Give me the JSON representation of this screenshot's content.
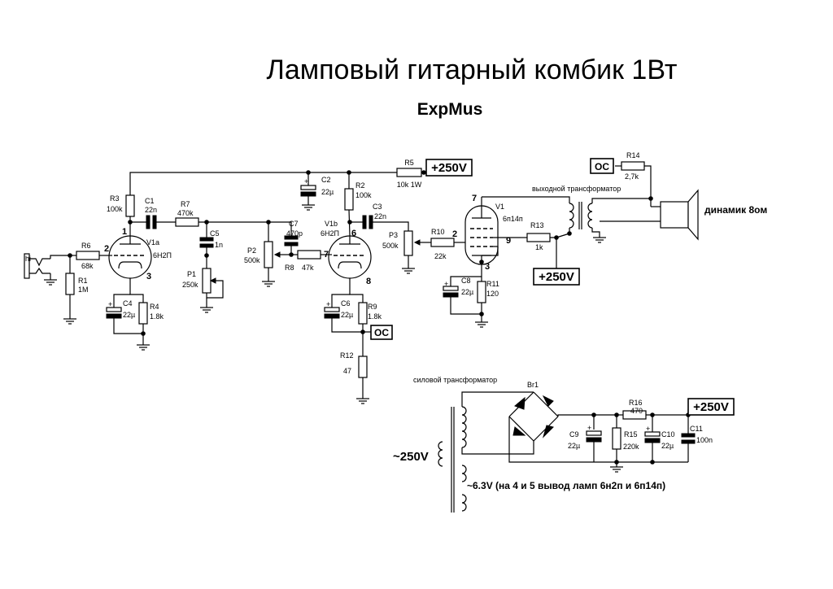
{
  "title": "Ламповый гитарный комбик 1Вт",
  "subtitle": "ExpMus",
  "supply": {
    "b_plus": "+250V",
    "oc": "OC"
  },
  "input": {
    "jack_label": "hi"
  },
  "tubes": {
    "v1a": {
      "name": "V1a",
      "type": "6Н2П",
      "pins": [
        "1",
        "2",
        "3"
      ]
    },
    "v1b": {
      "name": "V1b",
      "type": "6Н2П",
      "pins": [
        "6",
        "7",
        "8"
      ]
    },
    "v1": {
      "name": "V1",
      "type": "6п14п",
      "pins": [
        "7",
        "2",
        "9",
        "3"
      ]
    }
  },
  "components": {
    "R1": {
      "ref": "R1",
      "value": "1M"
    },
    "R2": {
      "ref": "R2",
      "value": "100k"
    },
    "R3": {
      "ref": "R3",
      "value": "100k"
    },
    "R4": {
      "ref": "R4",
      "value": "1.8k"
    },
    "R5": {
      "ref": "R5",
      "value": "10k 1W"
    },
    "R6": {
      "ref": "R6",
      "value": "68k"
    },
    "R7": {
      "ref": "R7",
      "value": "470k"
    },
    "R8": {
      "ref": "R8",
      "value": "47k"
    },
    "R9": {
      "ref": "R9",
      "value": "1.8k"
    },
    "R10": {
      "ref": "R10",
      "value": "22k"
    },
    "R11": {
      "ref": "R11",
      "value": "120"
    },
    "R12": {
      "ref": "R12",
      "value": "47"
    },
    "R13": {
      "ref": "R13",
      "value": "1k"
    },
    "R14": {
      "ref": "R14",
      "value": "2,7k"
    },
    "R15": {
      "ref": "R15",
      "value": "220k"
    },
    "R16": {
      "ref": "R16",
      "value": "470"
    },
    "C1": {
      "ref": "C1",
      "value": "22n"
    },
    "C2": {
      "ref": "C2",
      "value": "22µ"
    },
    "C3": {
      "ref": "C3",
      "value": "22n"
    },
    "C4": {
      "ref": "C4",
      "value": "22µ"
    },
    "C5": {
      "ref": "C5",
      "value": "1n"
    },
    "C6": {
      "ref": "C6",
      "value": "22µ"
    },
    "C7": {
      "ref": "C7",
      "value": "470p"
    },
    "C8": {
      "ref": "C8",
      "value": "22µ"
    },
    "C9": {
      "ref": "C9",
      "value": "22µ"
    },
    "C10": {
      "ref": "C10",
      "value": "22µ"
    },
    "C11": {
      "ref": "C11",
      "value": "100n"
    },
    "P1": {
      "ref": "P1",
      "value": "250k"
    },
    "P2": {
      "ref": "P2",
      "value": "500k"
    },
    "P3": {
      "ref": "P3",
      "value": "500k"
    }
  },
  "output_transformer": "выходной трансформатор",
  "speaker": "динамик 8ом",
  "power_transformer": "силовой трансформатор",
  "bridge": "Br1",
  "mains": "~250V",
  "heater": "~6.3V (на 4 и 5 вывод ламп 6н2п и 6п14п)"
}
